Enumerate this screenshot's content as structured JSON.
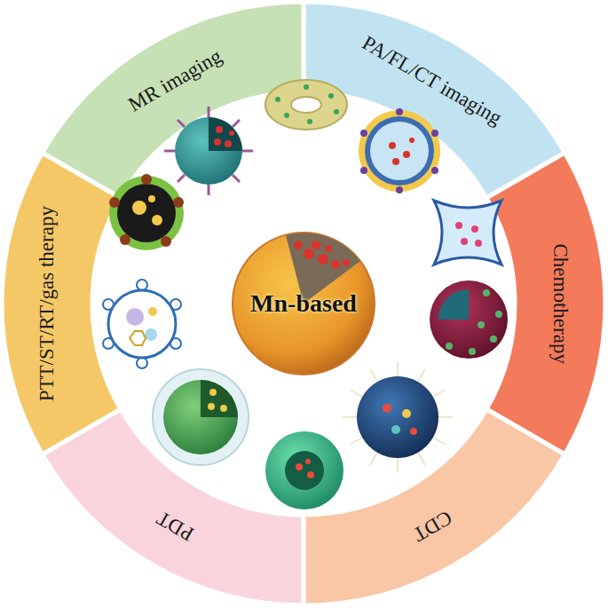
{
  "diagram": {
    "nodes": [
      {
        "text": [
          "MR imaging"
        ]
      },
      {
        "text": [
          "PA/FL/CT imaging"
        ]
      },
      {
        "text": [
          "Chemotherapy"
        ]
      },
      {
        "text": [
          "CDT"
        ]
      },
      {
        "text": [
          "PDT"
        ]
      },
      {
        "text": [
          "PTT/ST/RT/gas therapy"
        ]
      },
      {
        "text": [
          "Mn-based"
        ]
      }
    ]
  }
}
